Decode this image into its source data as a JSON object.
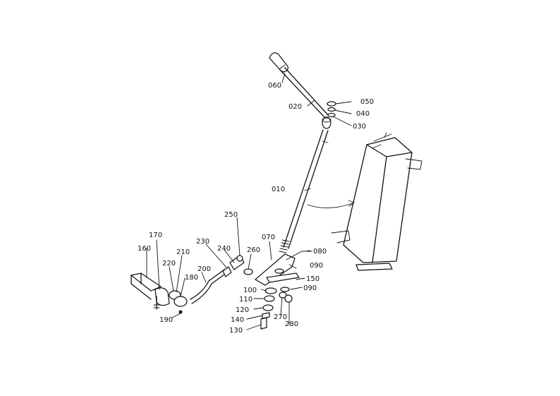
{
  "parts": [
    {
      "id": "p010",
      "number": "010"
    },
    {
      "id": "p020",
      "number": "020"
    },
    {
      "id": "p030",
      "number": "030"
    },
    {
      "id": "p040",
      "number": "040"
    },
    {
      "id": "p050",
      "number": "050"
    },
    {
      "id": "p060",
      "number": "060"
    },
    {
      "id": "p070",
      "number": "070"
    },
    {
      "id": "p080",
      "number": "080"
    },
    {
      "id": "p090a",
      "number": "090"
    },
    {
      "id": "p090b",
      "number": "090"
    },
    {
      "id": "p100",
      "number": "100"
    },
    {
      "id": "p110",
      "number": "110"
    },
    {
      "id": "p120",
      "number": "120"
    },
    {
      "id": "p130",
      "number": "130"
    },
    {
      "id": "p140",
      "number": "140"
    },
    {
      "id": "p150",
      "number": "150"
    },
    {
      "id": "p160",
      "number": "160"
    },
    {
      "id": "p170",
      "number": "170"
    },
    {
      "id": "p180",
      "number": "180"
    },
    {
      "id": "p190",
      "number": "190"
    },
    {
      "id": "p200",
      "number": "200"
    },
    {
      "id": "p210",
      "number": "210"
    },
    {
      "id": "p220",
      "number": "220"
    },
    {
      "id": "p230",
      "number": "230"
    },
    {
      "id": "p240",
      "number": "240"
    },
    {
      "id": "p250",
      "number": "250"
    },
    {
      "id": "p260",
      "number": "260"
    },
    {
      "id": "p270",
      "number": "270"
    },
    {
      "id": "p280",
      "number": "280"
    }
  ]
}
